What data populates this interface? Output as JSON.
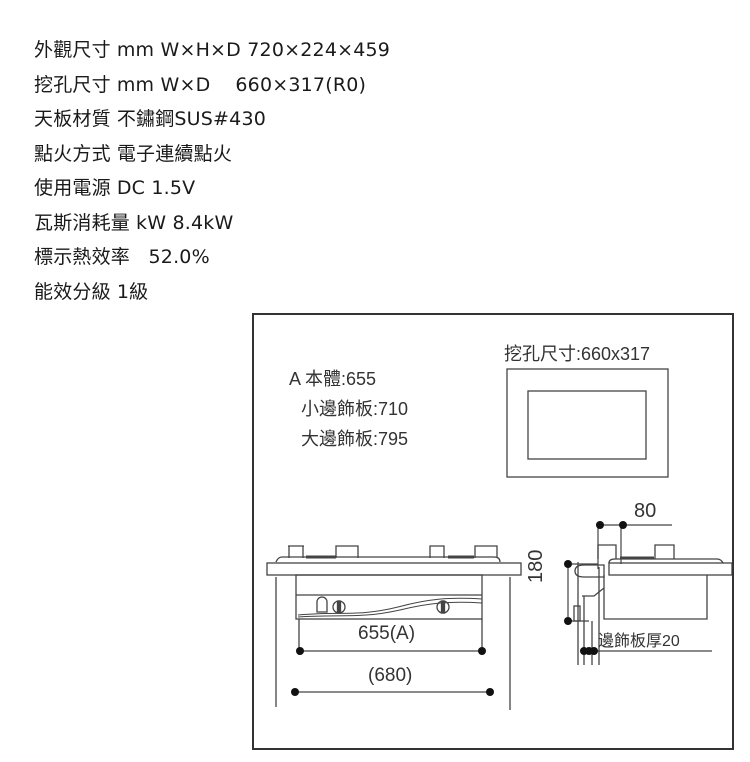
{
  "specs": [
    {
      "label": "外觀尺寸",
      "value": "mm W×H×D 720×224×459"
    },
    {
      "label": "挖孔尺寸",
      "value": "mm W×D    660×317(R0)"
    },
    {
      "label": "天板材質",
      "value": "不鏽鋼SUS#430"
    },
    {
      "label": "點火方式",
      "value": "電子連續點火"
    },
    {
      "label": "使用電源",
      "value": "DC 1.5V"
    },
    {
      "label": "瓦斯消耗量",
      "value": "kW 8.4kW"
    },
    {
      "label": "標示熱效率",
      "value": "  52.0%"
    },
    {
      "label": "能效分級",
      "value": "1級"
    }
  ],
  "diagram": {
    "body_label": "A 本體:655",
    "small_panel_label": "小邊飾板:710",
    "large_panel_label": "大邊飾板:795",
    "cutout_label": "挖孔尺寸:660x317",
    "dim_front_a": "655(A)",
    "dim_front_total": "(680)",
    "dim_side_depth": "80",
    "dim_side_height": "180",
    "panel_thickness_label": "邊飾板厚20"
  }
}
